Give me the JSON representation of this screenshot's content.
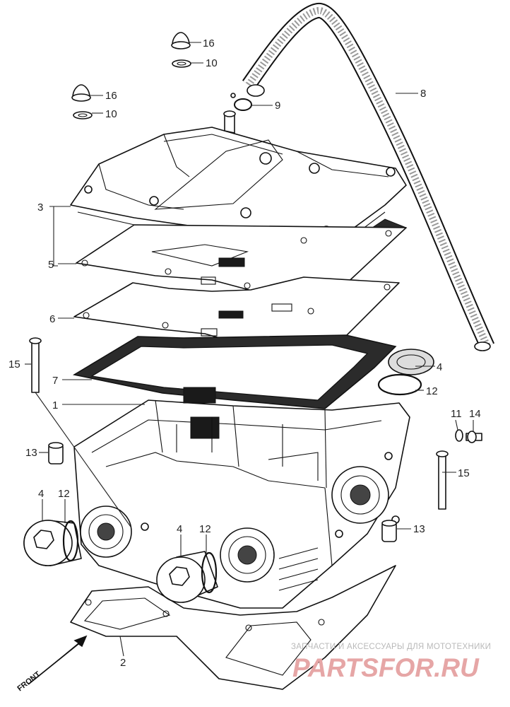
{
  "diagram": {
    "callouts": [
      "1",
      "2",
      "3",
      "4",
      "5",
      "6",
      "7",
      "8",
      "9",
      "10",
      "11",
      "12",
      "13",
      "14",
      "15",
      "16"
    ],
    "direction_label": "FRONT"
  },
  "watermark": {
    "tagline": "ЗАПЧАСТИ И АКСЕССУАРЫ ДЛЯ МОТОТЕХНИКИ",
    "logo_text": "PARTSFOR.RU"
  },
  "colors": {
    "line": "#111111",
    "watermark_text": "#b9b9b9",
    "watermark_logo": "#e6a6a6"
  }
}
